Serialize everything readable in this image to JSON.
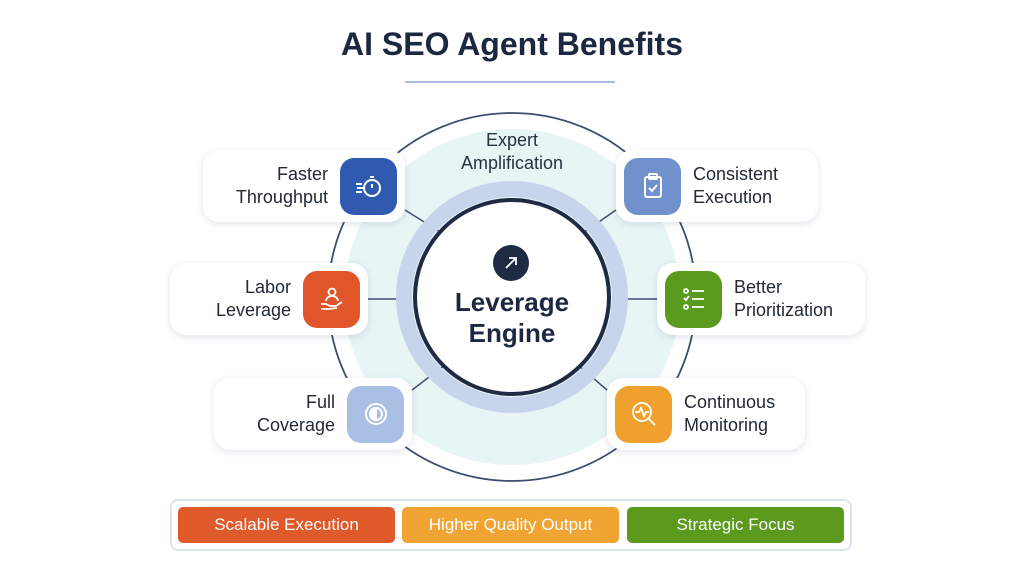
{
  "title": "AI SEO Agent Benefits",
  "center": {
    "label_line1": "Leverage",
    "label_line2": "Engine",
    "icon": "arrow-up-right-icon"
  },
  "top_label": {
    "line1": "Expert",
    "line2": "Amplification"
  },
  "benefits": [
    {
      "line1": "Faster",
      "line2": "Throughput",
      "icon": "stopwatch-icon",
      "color": "#2f5ab0"
    },
    {
      "line1": "Consistent",
      "line2": "Execution",
      "icon": "clipboard-check-icon",
      "color": "#7091cb"
    },
    {
      "line1": "Labor",
      "line2": "Leverage",
      "icon": "hand-person-icon",
      "color": "#e0562a"
    },
    {
      "line1": "Better",
      "line2": "Prioritization",
      "icon": "checklist-icon",
      "color": "#5a9a1e"
    },
    {
      "line1": "Full",
      "line2": "Coverage",
      "icon": "half-circle-icon",
      "color": "#a9bfe3"
    },
    {
      "line1": "Continuous",
      "line2": "Monitoring",
      "icon": "magnifier-pulse-icon",
      "color": "#f0a02d"
    }
  ],
  "outcomes": [
    {
      "label": "Scalable Execution",
      "color": "#de5a2b"
    },
    {
      "label": "Higher Quality Output",
      "color": "#f0a434"
    },
    {
      "label": "Strategic Focus",
      "color": "#5b9a1d"
    }
  ]
}
